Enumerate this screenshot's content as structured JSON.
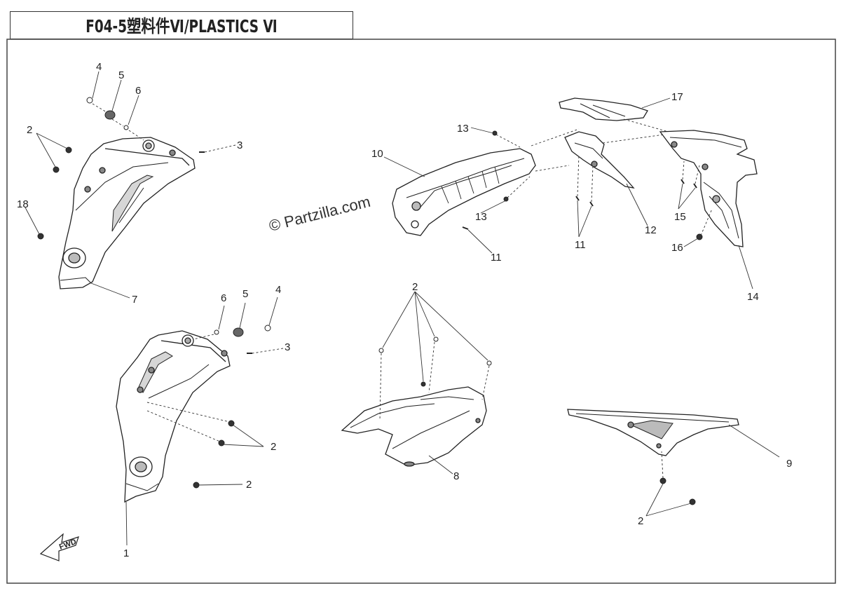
{
  "title": "F04-5塑料件Ⅵ/PLASTICS Ⅵ",
  "watermark": "© Partzilla.com",
  "fwd_arrow_label": "FWD",
  "callouts": {
    "c4a": "4",
    "c5a": "5",
    "c6a": "6",
    "c3a": "3",
    "c2a": "2",
    "c18": "18",
    "c7": "7",
    "c6b": "6",
    "c5b": "5",
    "c4b": "4",
    "c3b": "3",
    "c2b": "2",
    "c2c": "2",
    "c1": "1",
    "c10": "10",
    "c13a": "13",
    "c13b": "13",
    "c11a": "11",
    "c11b": "11",
    "c12": "12",
    "c17": "17",
    "c15": "15",
    "c16": "16",
    "c14": "14",
    "c2d": "2",
    "c8": "8",
    "c9": "9",
    "c2e": "2"
  },
  "colors": {
    "line": "#222222",
    "fill": "#ffffff",
    "shade": "#c9c9c9"
  }
}
